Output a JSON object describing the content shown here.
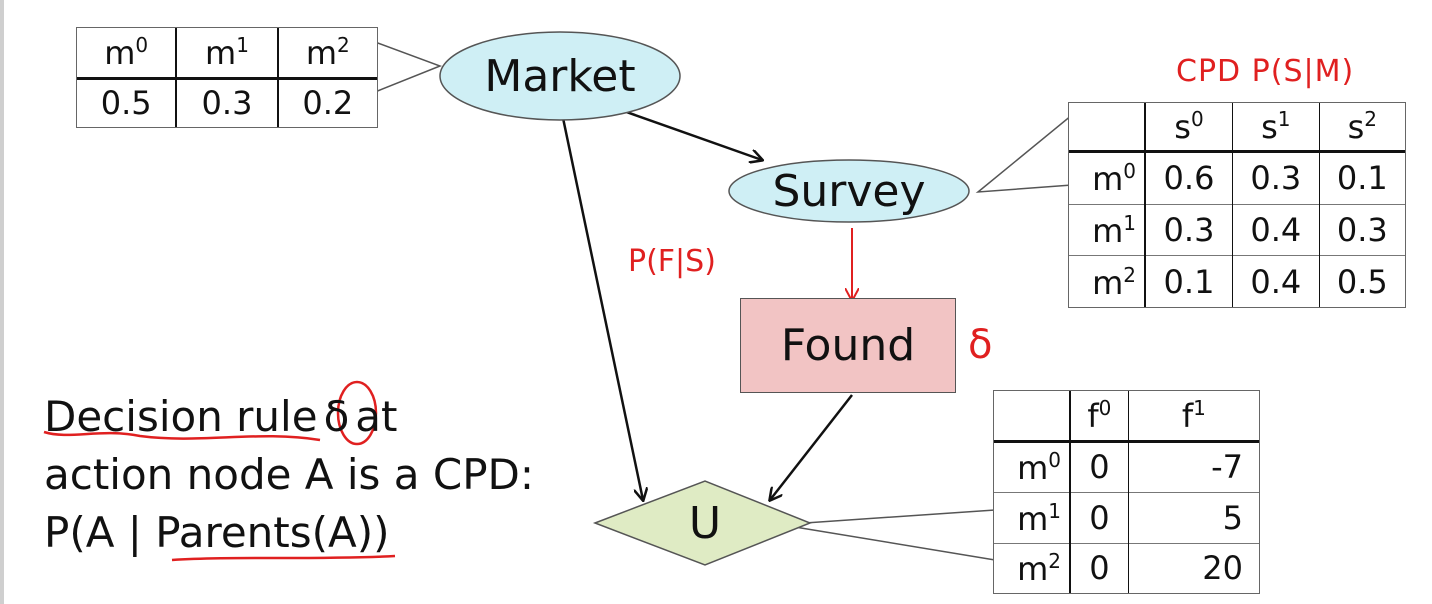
{
  "nodes": {
    "market": "Market",
    "survey": "Survey",
    "found": "Found",
    "utility": "U"
  },
  "market_table": {
    "headers": [
      "m",
      "m",
      "m"
    ],
    "header_sups": [
      "0",
      "1",
      "2"
    ],
    "values": [
      "0.5",
      "0.3",
      "0.2"
    ]
  },
  "survey_table": {
    "headers": [
      "s",
      "s",
      "s"
    ],
    "header_sups": [
      "0",
      "1",
      "2"
    ],
    "rows": [
      {
        "label": "m",
        "sup": "0",
        "values": [
          "0.6",
          "0.3",
          "0.1"
        ]
      },
      {
        "label": "m",
        "sup": "1",
        "values": [
          "0.3",
          "0.4",
          "0.3"
        ]
      },
      {
        "label": "m",
        "sup": "2",
        "values": [
          "0.1",
          "0.4",
          "0.5"
        ]
      }
    ]
  },
  "utility_table": {
    "headers": [
      "f",
      "f"
    ],
    "header_sups": [
      "0",
      "1"
    ],
    "rows": [
      {
        "label": "m",
        "sup": "0",
        "values": [
          "0",
          "-7"
        ]
      },
      {
        "label": "m",
        "sup": "1",
        "values": [
          "0",
          "5"
        ]
      },
      {
        "label": "m",
        "sup": "2",
        "values": [
          "0",
          "20"
        ]
      }
    ]
  },
  "annotations": {
    "cpd": "CPD P(S|M)",
    "pfs": "P(F|S)",
    "delta": "δ"
  },
  "text": {
    "line1_a": "Decision rule",
    "line1_delta": "δ",
    "line1_b": "at",
    "line2": "action node A is a CPD:",
    "line3_a": "P(A | ",
    "line3_b": "Parents(A)",
    "line3_c": ")"
  },
  "colors": {
    "ellipse_fill": "#cfeff5",
    "found_fill": "#f2c4c4",
    "utility_fill": "#dfebc4",
    "annotation_red": "#e02020"
  }
}
